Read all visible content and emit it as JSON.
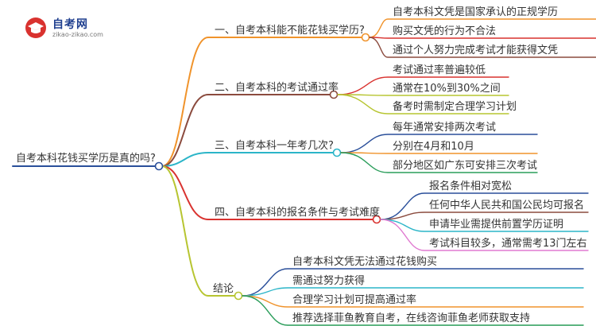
{
  "logo": {
    "title": "自考网",
    "subtitle": "zikao-zikao.com"
  },
  "root": {
    "label": "自考本科花钱买学历是真的吗?"
  },
  "branches": [
    {
      "label": "一、自考本科能不能花钱买学历?",
      "color": "#f0932b",
      "leaves": [
        "自考本科文凭是国家承认的正规学历",
        "购买文凭的行为不合法",
        "通过个人努力完成考试才能获得文凭"
      ]
    },
    {
      "label": "二、自考本科的考试通过率",
      "color": "#8b4b3e",
      "leaves": [
        "考试通过率普遍较低",
        "通常在10%到30%之间",
        "备考时需制定合理学习计划"
      ]
    },
    {
      "label": "三、自考本科一年考几次?",
      "color": "#2bb5c8",
      "leaves": [
        "每年通常安排两次考试",
        "分别在4月和10月",
        "部分地区如广东可安排三次考试"
      ]
    },
    {
      "label": "四、自考本科的报名条件与考试难度",
      "color": "#d9322f",
      "leaves": [
        "报名条件相对宽松",
        "任何中华人民共和国公民均可报名",
        "申请毕业需提供前置学历证明",
        "考试科目较多，通常需考13门左右"
      ]
    },
    {
      "label": "结论",
      "color": "#b7c531",
      "leaves": [
        "自考本科文凭无法通过花钱购买",
        "需通过努力获得",
        "合理学习计划可提高通过率",
        "推荐选择菲鱼教育自考，在线咨询菲鱼老师获取支持"
      ]
    }
  ],
  "colors": {
    "root_line": "#2a4f9a",
    "leaf_colors": [
      [
        "#f0932b",
        "#d9322f",
        "#8b4b3e"
      ],
      [
        "#d9322f",
        "#b7c531",
        "#b7c531"
      ],
      [
        "#2a4f9a",
        "#f0932b",
        "#2a9d5a"
      ],
      [
        "#2a4f9a",
        "#8b4b3e",
        "#2bb5c8",
        "#e07ad0"
      ],
      [
        "#2a4f9a",
        "#2bb5c8",
        "#f0932b",
        "#2a9d5a"
      ]
    ]
  }
}
